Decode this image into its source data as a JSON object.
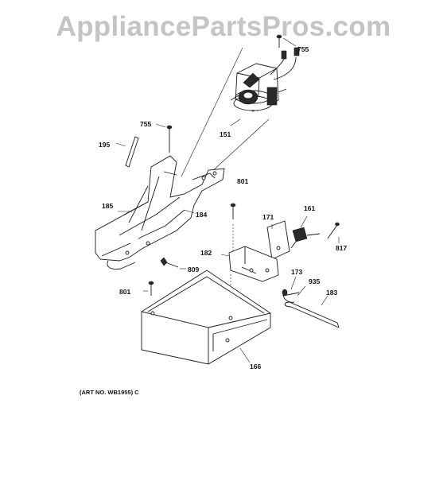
{
  "watermark": "AppliancePartsPros.com",
  "art_number": "(ART NO. WB1955) C",
  "callouts": [
    {
      "id": "755a",
      "text": "755"
    },
    {
      "id": "755b",
      "text": "755"
    },
    {
      "id": "195",
      "text": "195"
    },
    {
      "id": "151",
      "text": "151"
    },
    {
      "id": "185",
      "text": "185"
    },
    {
      "id": "184",
      "text": "184"
    },
    {
      "id": "801a",
      "text": "801"
    },
    {
      "id": "171",
      "text": "171"
    },
    {
      "id": "161",
      "text": "161"
    },
    {
      "id": "817",
      "text": "817"
    },
    {
      "id": "182",
      "text": "182"
    },
    {
      "id": "809",
      "text": "809"
    },
    {
      "id": "173",
      "text": "173"
    },
    {
      "id": "935",
      "text": "935"
    },
    {
      "id": "801b",
      "text": "801"
    },
    {
      "id": "183",
      "text": "183"
    },
    {
      "id": "166",
      "text": "166"
    }
  ]
}
